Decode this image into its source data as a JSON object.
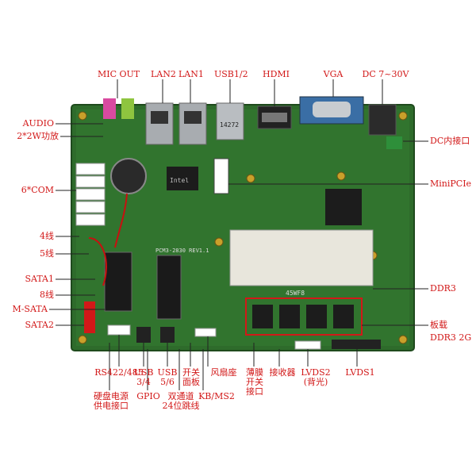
{
  "board": {
    "silk_model": "PCM3-2830 REV1.1",
    "silk_ram": "45WF8",
    "silk_usb": "14272",
    "silk_cpu": "Intel"
  },
  "labels": {
    "mic_out": "MIC OUT",
    "lan2": "LAN2",
    "lan1": "LAN1",
    "usb12": "USB1/2",
    "hdmi": "HDMI",
    "vga": "VGA",
    "dc": "DC 7~30V",
    "audio": "AUDIO",
    "amp": "2*2W功放",
    "dc_in": "DC内接口",
    "com": "6*COM",
    "minipcie": "MiniPCIe",
    "wire4": "4线",
    "wire5": "5线",
    "sata1": "SATA1",
    "wire8": "8线",
    "msata": "M-SATA",
    "sata2": "SATA2",
    "ddr3": "DDR3",
    "onboard": "板载",
    "ddr3_2g": "DDR3 2G",
    "rs422": "RS422/485",
    "usb34_a": "USB",
    "usb34_b": "3/4",
    "usb56_a": "USB",
    "usb56_b": "5/6",
    "switch_a": "开关",
    "switch_b": "面板",
    "fan": "风扇座",
    "membrane_a": "薄膜",
    "membrane_b": "开关",
    "membrane_c": "接口",
    "receiver": "接收器",
    "lvds2_a": "LVDS2",
    "lvds2_b": "(背光)",
    "lvds1": "LVDS1",
    "hdd_a": "硬盘电源",
    "hdd_b": "供电接口",
    "gpio": "GPIO",
    "dual_a": "双通道",
    "dual_b": "24位跳线",
    "kbms": "KB/MS2"
  }
}
